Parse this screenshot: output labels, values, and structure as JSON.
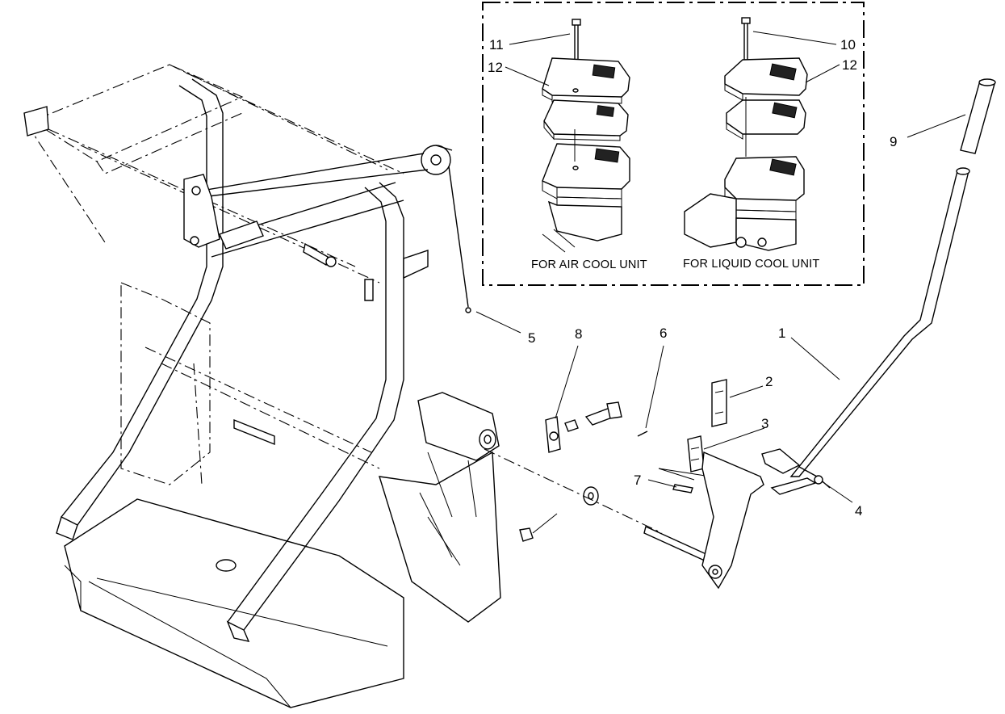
{
  "callouts": {
    "c1": "1",
    "c2": "2",
    "c3": "3",
    "c4": "4",
    "c5": "5",
    "c6": "6",
    "c7": "7",
    "c8": "8",
    "c9": "9",
    "c10": "10",
    "c11": "11",
    "c12a": "12",
    "c12b": "12"
  },
  "inset": {
    "caption_air": "FOR AIR COOL UNIT",
    "caption_liquid": "FOR LIQUID COOL UNIT"
  },
  "icons": {
    "frame": "mower-frame-drawing",
    "lever": "parking-brake-lever-drawing",
    "grip": "handle-grip-drawing"
  }
}
